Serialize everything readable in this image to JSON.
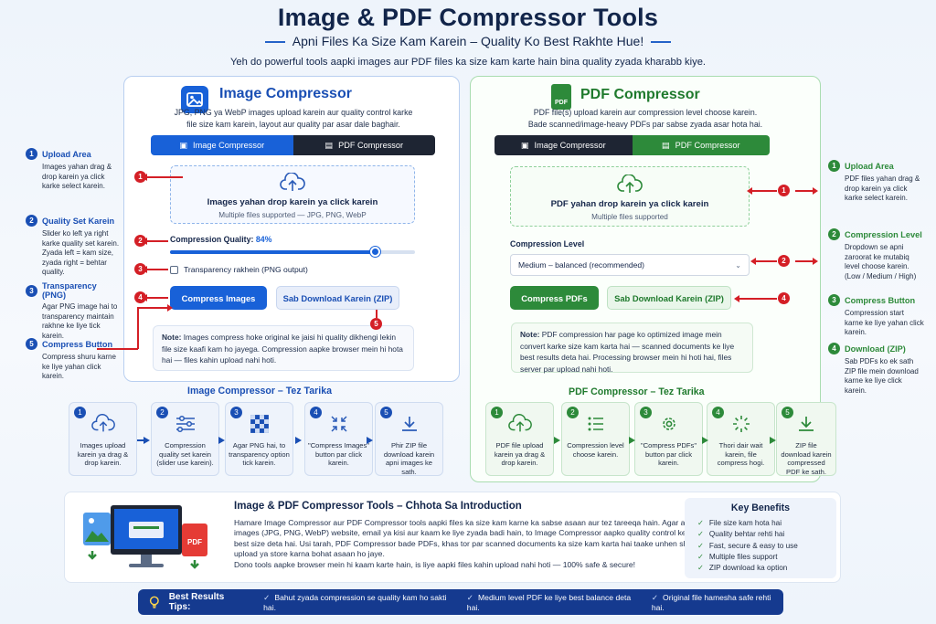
{
  "header": {
    "title": "Image & PDF Compressor Tools",
    "subtitle": "Apni Files Ka Size Kam Karein – Quality Ko Best Rakhte Hue!",
    "description": "Yeh do powerful tools aapki images aur PDF files ka size kam karte hain bina quality zyada kharabb kiye."
  },
  "image_panel": {
    "title": "Image Compressor",
    "desc1": "JPG, PNG ya WebP images upload karein aur quality control karke",
    "desc2": "file size kam karein, layout aur quality par asar dale baghair.",
    "tabs": [
      "Image Compressor",
      "PDF Compressor"
    ],
    "drop_title": "Images yahan drop karein ya click karein",
    "drop_sub": "Multiple files supported — JPG, PNG, WebP",
    "quality_label": "Compression Quality:",
    "quality_value": "84%",
    "quality_fraction": 0.84,
    "transparency_label": "Transparency rakhein (PNG output)",
    "compress_button": "Compress Images",
    "download_button": "Sab Download Karein (ZIP)",
    "note_label": "Note:",
    "note_text": "Images compress hoke original ke jaisi hi quality dikhengi lekin file size kaafi kam ho jayega.  Compression aapke browser mein hi hota hai — files kahin upload nahi hoti."
  },
  "pdf_panel": {
    "title": "PDF Compressor",
    "desc1": "PDF file(s) upload karein aur compression level choose karein.",
    "desc2": "Bade scanned/image-heavy PDFs par sabse zyada asar hota hai.",
    "tabs": [
      "Image Compressor",
      "PDF Compressor"
    ],
    "drop_title": "PDF yahan drop karein ya click karein",
    "drop_sub": "Multiple files supported",
    "level_label": "Compression Level",
    "level_value": "Medium – balanced (recommended)",
    "compress_button": "Compress PDFs",
    "download_button": "Sab Download Karein (ZIP)",
    "note_label": "Note:",
    "note_text": "PDF compression har page ko optimized image mein convert karke size kam karta hai — scanned documents ke liye best results deta hai. Processing browser mein hi hoti hai, files server par upload nahi hoti."
  },
  "left_annotations": [
    {
      "num": "1",
      "title": "Upload Area",
      "body": "Images yahan drag & drop karein ya click karke select karein."
    },
    {
      "num": "2",
      "title": "Quality Set Karein",
      "body": "Slider ko left ya right karke quality set karein. Zyada left = kam size, zyada right = behtar quality."
    },
    {
      "num": "3",
      "title": "Transparency (PNG)",
      "body": "Agar PNG image hai to transparency maintain rakhne ke liye tick karein."
    },
    {
      "num": "5",
      "title": "Compress Button",
      "body": "Compress shuru karne ke liye yahan click karein."
    }
  ],
  "right_annotations": [
    {
      "num": "1",
      "title": "Upload Area",
      "body": "PDF files yahan drag & drop karein ya click karke select karein."
    },
    {
      "num": "2",
      "title": "Compression Level",
      "body": "Dropdown se apni zaroorat ke mutabiq level choose karein. (Low / Medium / High)"
    },
    {
      "num": "3",
      "title": "Compress Button",
      "body": "Compression start karne ke liye yahan click karein."
    },
    {
      "num": "4",
      "title": "Download (ZIP)",
      "body": "Sab PDFs ko ek sath ZIP file mein download karne ke liye click karein."
    }
  ],
  "markers": {
    "image": [
      "1",
      "2",
      "3",
      "4",
      "5"
    ],
    "pdf": [
      "1",
      "2",
      "4"
    ]
  },
  "image_steps": {
    "title": "Image Compressor – Tez Tarika",
    "items": [
      {
        "num": "1",
        "text": "Images upload karein ya drag & drop karein.",
        "icon": "upload-cloud-icon"
      },
      {
        "num": "2",
        "text": "Compression quality set karein (slider use karein).",
        "icon": "sliders-icon"
      },
      {
        "num": "3",
        "text": "Agar PNG hai, to transparency option tick karein.",
        "icon": "checker-icon"
      },
      {
        "num": "4",
        "text": "\"Compress Images\" button par click karein.",
        "icon": "compress-icon"
      },
      {
        "num": "5",
        "text": "Phir ZIP file download karein apni images ke sath.",
        "icon": "download-icon"
      }
    ]
  },
  "pdf_steps": {
    "title": "PDF Compressor – Tez Tarika",
    "items": [
      {
        "num": "1",
        "text": "PDF file upload karein ya drag & drop karein.",
        "icon": "upload-cloud-icon"
      },
      {
        "num": "2",
        "text": "Compression level choose karein.",
        "icon": "list-icon"
      },
      {
        "num": "3",
        "text": "\"Compress PDFs\" button par click karein.",
        "icon": "gear-icon"
      },
      {
        "num": "4",
        "text": "Thori dair wait karein, file compress hogi.",
        "icon": "spinner-icon"
      },
      {
        "num": "5",
        "text": "ZIP file download karein compressed PDF ke sath.",
        "icon": "download-icon"
      }
    ]
  },
  "intro": {
    "title": "Image & PDF Compressor Tools – Chhota Sa Introduction",
    "body": "Hamare Image Compressor aur PDF Compressor tools aapki files ka size kam karne ka sabse asaan aur tez tareeqa hain. Agar aapki images (JPG, PNG, WebP) website, email ya kisi aur kaam ke liye zyada badi hain, to Image Compressor aapko quality control ke sath best size deta hai. Usi tarah, PDF Compressor bade PDFs, khas tor par scanned documents ka size kam karta hai taake unhen share, upload ya store karna bohat asaan ho jaye.",
    "body2": "Dono tools aapke browser mein hi kaam karte hain, is liye aapki files kahin upload nahi hoti — 100% safe & secure!",
    "pdf_badge": "PDF"
  },
  "benefits": {
    "title": "Key Benefits",
    "items": [
      "File size kam hota hai",
      "Quality behtar rehti hai",
      "Fast, secure & easy to use",
      "Multiple files support",
      "ZIP download ka option"
    ]
  },
  "tips": {
    "label": "Best Results Tips:",
    "items": [
      "Bahut zyada compression se quality kam ho sakti hai.",
      "Medium level PDF ke liye best balance deta hai.",
      "Original file hamesha safe rehti hai."
    ]
  },
  "colors": {
    "blue": "#1a4fb4",
    "green": "#2d8a3a",
    "red": "#d41f26",
    "navy": "#153a8f"
  }
}
